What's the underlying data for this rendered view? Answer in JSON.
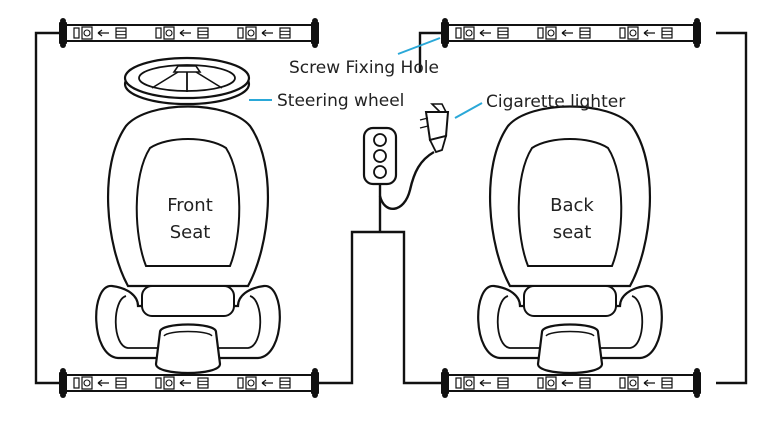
{
  "labels": {
    "screw_fixing_hole": "Screw Fixing Hole",
    "steering_wheel": "Steering wheel",
    "cigarette_lighter": "Cigarette lighter",
    "front_seat_line1": "Front",
    "front_seat_line2": "Seat",
    "back_seat_line1": "Back",
    "back_seat_line2": "seat"
  },
  "colors": {
    "line": "#111111",
    "callout": "#2aa8d8",
    "text": "#222222"
  },
  "icons": [
    "led-strip-icon",
    "steering-wheel-icon",
    "car-seat-icon",
    "cigarette-lighter-plug-icon",
    "control-box-icon"
  ]
}
